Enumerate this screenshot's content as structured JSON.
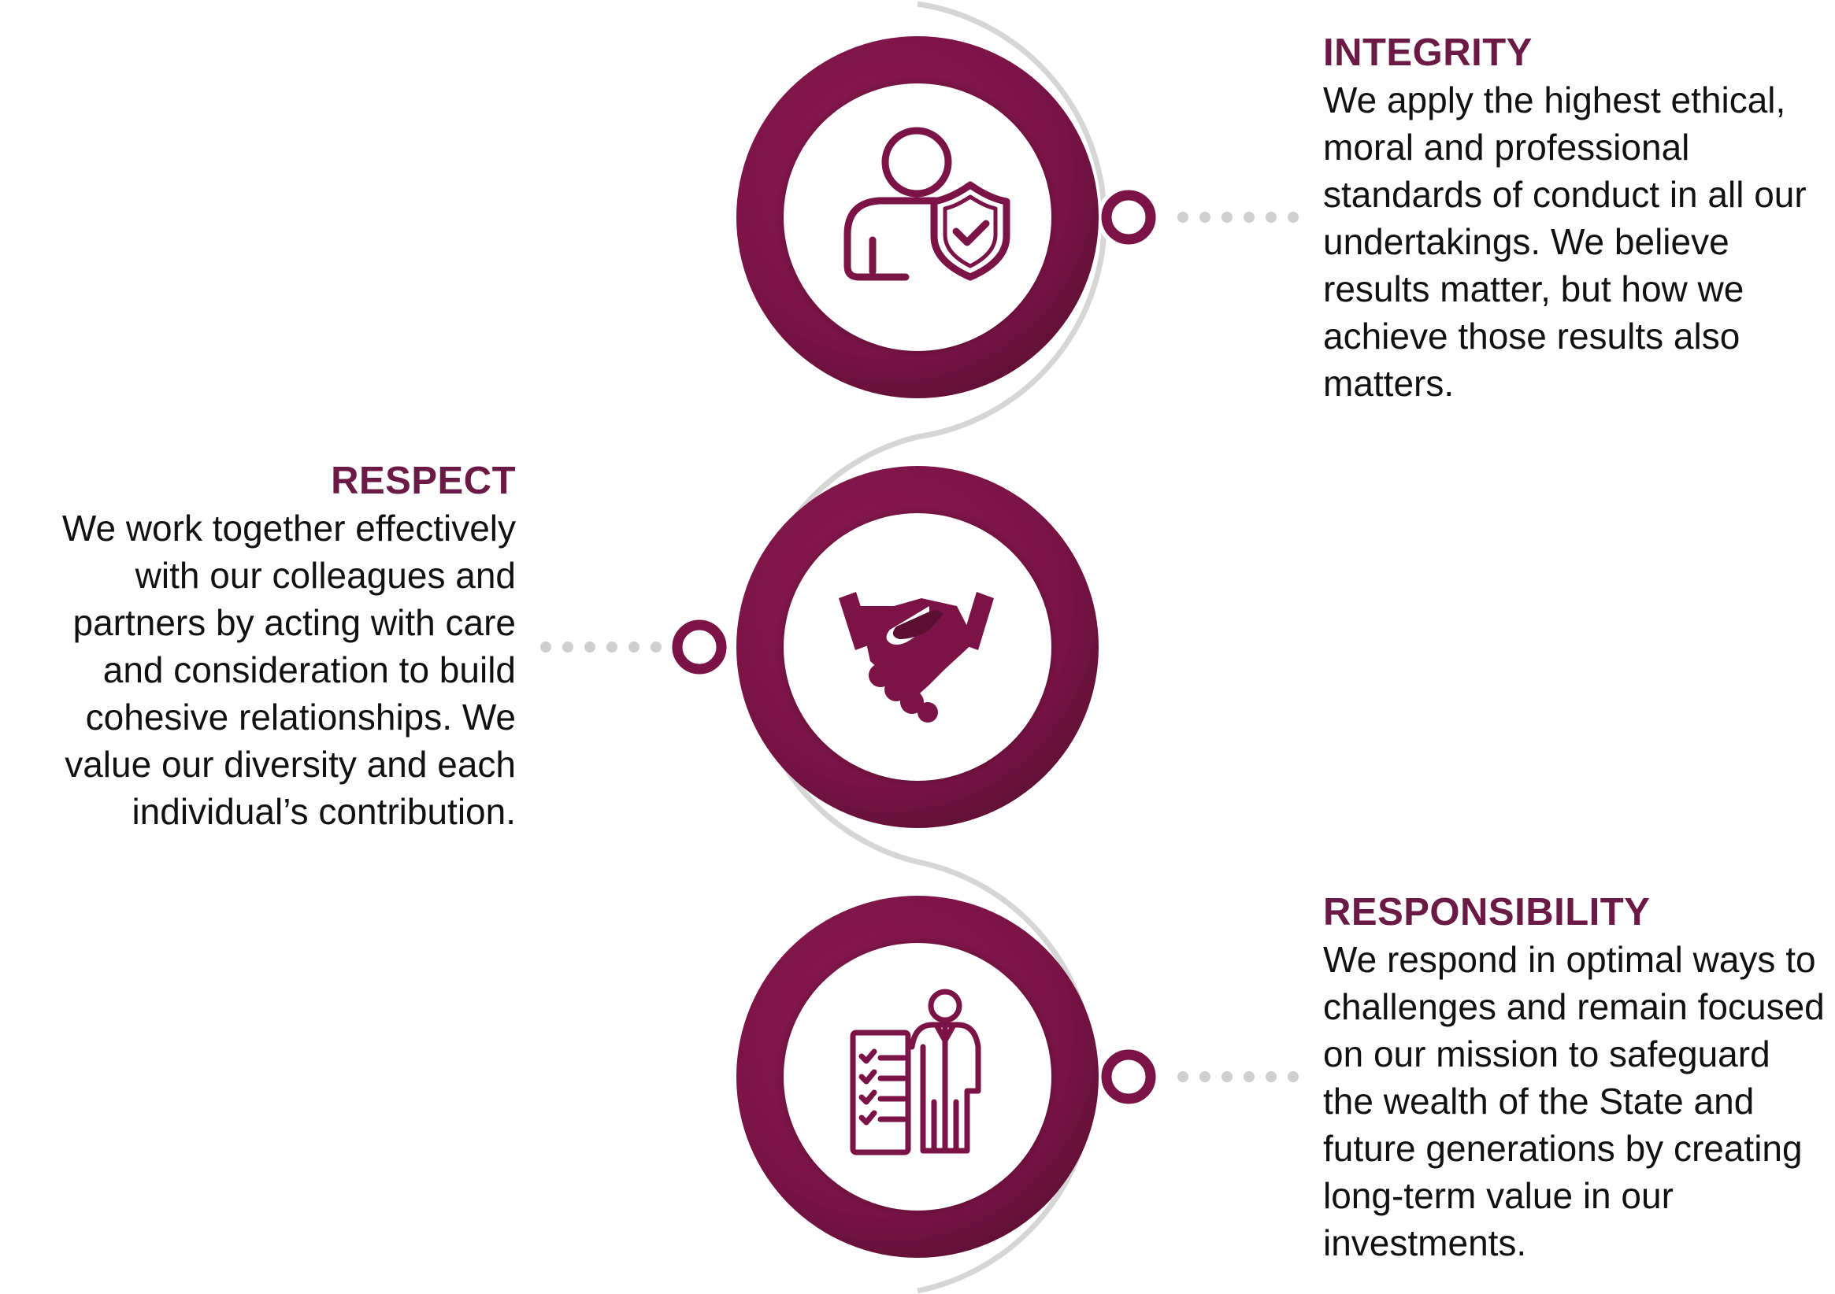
{
  "colors": {
    "accent": "#7b1346",
    "accent_dark": "#5a0f33",
    "title": "#6b1a45",
    "connector": "#d6d6d6",
    "dots": "#cfcfcf",
    "text": "#111111"
  },
  "values": [
    {
      "title": "INTEGRITY",
      "icon": "person-shield-icon",
      "description": "We apply the highest ethical, moral and professional standards of conduct in all our undertakings. We believe results matter, but how we achieve those results also matters."
    },
    {
      "title": "RESPECT",
      "icon": "handshake-icon",
      "description": "We work together effectively with our colleagues and partners by acting with care and consideration to build cohesive relationships. We value our diversity and each individual’s contribution."
    },
    {
      "title": "RESPONSIBILITY",
      "icon": "person-checklist-icon",
      "description": "We respond in optimal ways to challenges and remain focused on our mission to safeguard the wealth of the State and future generations by creating long-term value in our investments."
    }
  ]
}
